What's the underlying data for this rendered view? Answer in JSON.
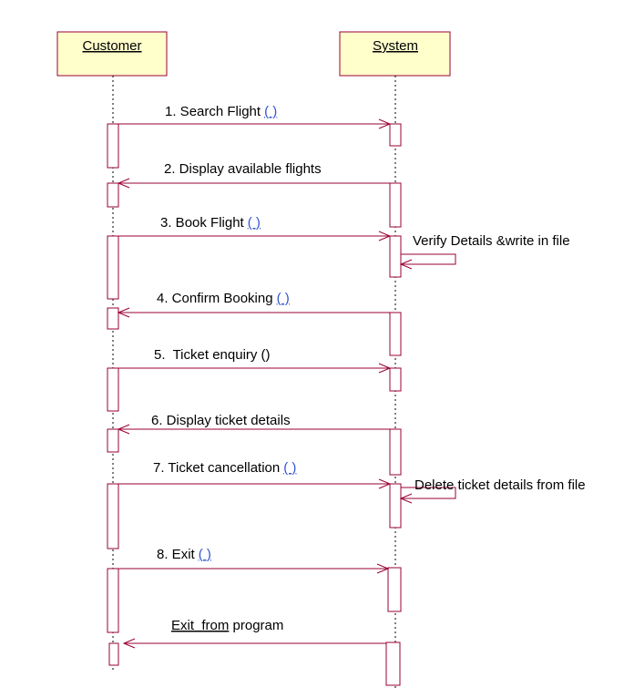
{
  "actors": {
    "customer": "Customer",
    "system": "System"
  },
  "messages": [
    {
      "num": "1.",
      "text": " Search Flight",
      "suffix": "( )"
    },
    {
      "num": "2.",
      "text": " Display available flights",
      "suffix": ""
    },
    {
      "num": "3.",
      "text": " Book Flight",
      "suffix": "( )"
    },
    {
      "num": "",
      "text": "Verify Details &write in file",
      "suffix": ""
    },
    {
      "num": "4.",
      "text": " Confirm Booking",
      "suffix": "( )"
    },
    {
      "num": "5.",
      "text": "  Ticket enquiry ()",
      "suffix": ""
    },
    {
      "num": "6.",
      "text": " Display ticket details",
      "suffix": ""
    },
    {
      "num": "7.",
      "text": " Ticket cancellation",
      "suffix": "( )"
    },
    {
      "num": "",
      "text": "Delete ticket details from file",
      "suffix": ""
    },
    {
      "num": "8.",
      "text": " Exit",
      "suffix": "( )"
    },
    {
      "num": "",
      "text": "Exit  from",
      "suffix": " program"
    }
  ],
  "colors": {
    "actor_fill": "#ffffcc",
    "actor_border": "#990033",
    "message_line": "#990033",
    "activation_border": "#990033",
    "lifeline": "#000000",
    "link_underline": "#3355cc"
  }
}
